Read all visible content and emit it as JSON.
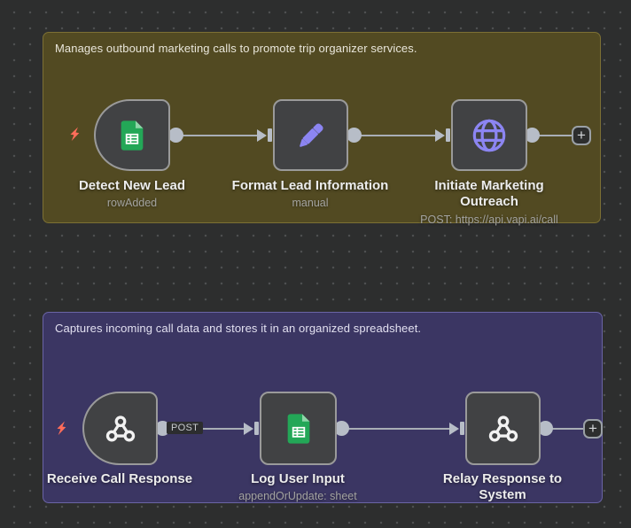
{
  "app": {
    "name": "workflow-canvas"
  },
  "ui": {
    "add_button_label": "+"
  },
  "colors": {
    "canvas_bg": "#2d2e2e",
    "grid_dot": "#4e4f50",
    "group_outbound_bg": "#524a22",
    "group_inbound_bg": "#3b3663",
    "node_bg": "#414244",
    "node_border": "#9a9a9a",
    "wire": "#a9aeb6",
    "trigger_bolt": "#ff6d5a",
    "icon_purple": "#8c85f2",
    "sheets_green": "#23a757",
    "webhook_icon": "#f2f2f2"
  },
  "groups": [
    {
      "description": "Manages outbound marketing calls to promote trip organizer services.",
      "nodes": [
        {
          "label": "Detect New Lead",
          "subtitle": "rowAdded",
          "icon": "google-sheets",
          "trigger": true
        },
        {
          "label": "Format Lead Information",
          "subtitle": "manual",
          "icon": "pencil-edit",
          "trigger": false
        },
        {
          "label": "Initiate Marketing Outreach",
          "subtitle": "POST: https://api.vapi.ai/call",
          "icon": "globe-http",
          "trigger": false
        }
      ]
    },
    {
      "description": "Captures incoming call data and stores it in an organized spreadsheet.",
      "nodes": [
        {
          "label": "Receive Call Response",
          "icon": "webhook",
          "trigger": true,
          "output_label": "POST"
        },
        {
          "label": "Log User Input",
          "subtitle": "appendOrUpdate: sheet",
          "icon": "google-sheets",
          "trigger": false
        },
        {
          "label": "Relay Response to System",
          "icon": "webhook",
          "trigger": false
        }
      ]
    }
  ]
}
